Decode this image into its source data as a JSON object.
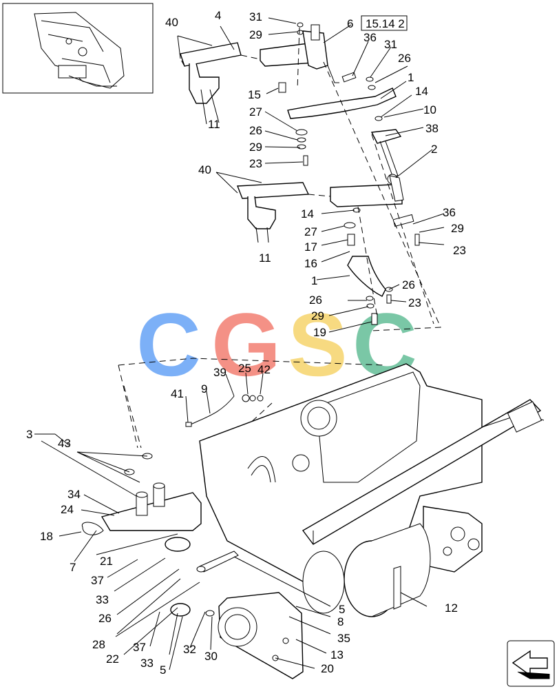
{
  "ref_box": "15.14 2",
  "watermark": {
    "letters": [
      "C",
      "G",
      "S",
      "C"
    ],
    "colors": [
      "#6ea8f7",
      "#f3867a",
      "#f7d774",
      "#6cc29d"
    ]
  },
  "callouts": [
    "40",
    "4",
    "31",
    "29",
    "6",
    "36",
    "31",
    "26",
    "1",
    "14",
    "10",
    "38",
    "15",
    "27",
    "26",
    "29",
    "23",
    "11",
    "2",
    "40",
    "14",
    "36",
    "29",
    "23",
    "27",
    "17",
    "16",
    "11",
    "1",
    "26",
    "26",
    "23",
    "29",
    "19",
    "25",
    "39",
    "42",
    "9",
    "41",
    "3",
    "43",
    "34",
    "24",
    "18",
    "7",
    "21",
    "37",
    "33",
    "26",
    "28",
    "22",
    "37",
    "33",
    "5",
    "32",
    "30",
    "20",
    "13",
    "35",
    "8",
    "5",
    "12"
  ],
  "icons": [
    "orientation-arrow-icon",
    "overview-thumbnail"
  ]
}
